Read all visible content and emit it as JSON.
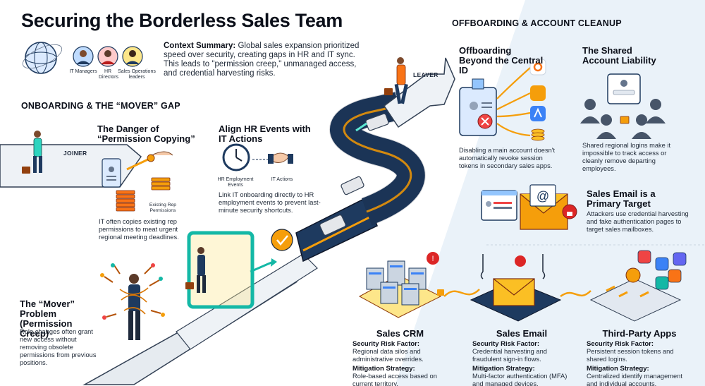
{
  "title": "Securing the Borderless Sales Team",
  "context": {
    "label": "Context Summary:",
    "text": "Global sales expansion prioritized speed over security, creating gaps in HR and IT sync. This leads to \"permission creep,\" unmanaged access, and credential harvesting risks.",
    "roles": [
      "IT Managers",
      "HR Directors",
      "Sales Operations leaders"
    ]
  },
  "onboarding": {
    "section_title": "ONBOARDING & THE “MOVER” GAP",
    "joiner_label": "JOINER",
    "leaver_label": "LEAVER",
    "permission_copying": {
      "heading": "The Danger of “Permission Copying”",
      "caption": "Existing Rep Permissions",
      "body": "IT often copies existing rep permissions to meat urgent regional meeting deadlines."
    },
    "align": {
      "heading": "Align HR Events with IT Actions",
      "hr_label": "HR Employment Events",
      "it_label": "IT Actions",
      "body": "Link IT onboarding directly to HR employment events to prevent last-minute security shortcuts."
    },
    "mover": {
      "heading": "The “Mover” Problem (Permission Creep)",
      "body": "Role changes often grant new access without removing obsolete permissions from previous positions."
    }
  },
  "offboarding": {
    "section_title": "OFFBOARDING & ACCOUNT CLEANUP",
    "beyond_id": {
      "heading": "Offboarding Beyond the Central ID",
      "body": "Disabling a main account doesn't automatically revoke session tokens in secondary sales apps."
    },
    "shared": {
      "heading": "The Shared Account Liability",
      "body": "Shared regional logins make it impossible to track access or cleanly remove departing employees."
    },
    "email_target": {
      "heading": "Sales Email is a Primary Target",
      "body": "Attackers use credential harvesting and fake authentication pages to target sales mailboxes."
    }
  },
  "systems": [
    {
      "name": "Sales CRM",
      "risk_label": "Security Risk Factor:",
      "risk": "Regional data silos and administrative overrides.",
      "mitigation_label": "Mitigation Strategy:",
      "mitigation": "Role-based access based on current territory."
    },
    {
      "name": "Sales Email",
      "risk_label": "Security Risk Factor:",
      "risk": "Credential harvesting and fraudulent sign-in flows.",
      "mitigation_label": "Mitigation Strategy:",
      "mitigation": "Multi-factor authentication (MFA) and managed devices."
    },
    {
      "name": "Third-Party Apps",
      "risk_label": "Security Risk Factor:",
      "risk": "Persistent session tokens and shared logins.",
      "mitigation_label": "Mitigation Strategy:",
      "mitigation": "Centralized identify management and individual accounts."
    }
  ],
  "colors": {
    "navy": "#1e3a5f",
    "orange": "#f59e0b",
    "red": "#dc2626",
    "teal": "#14b8a6",
    "light_blue_bg": "#e8f1f8"
  }
}
